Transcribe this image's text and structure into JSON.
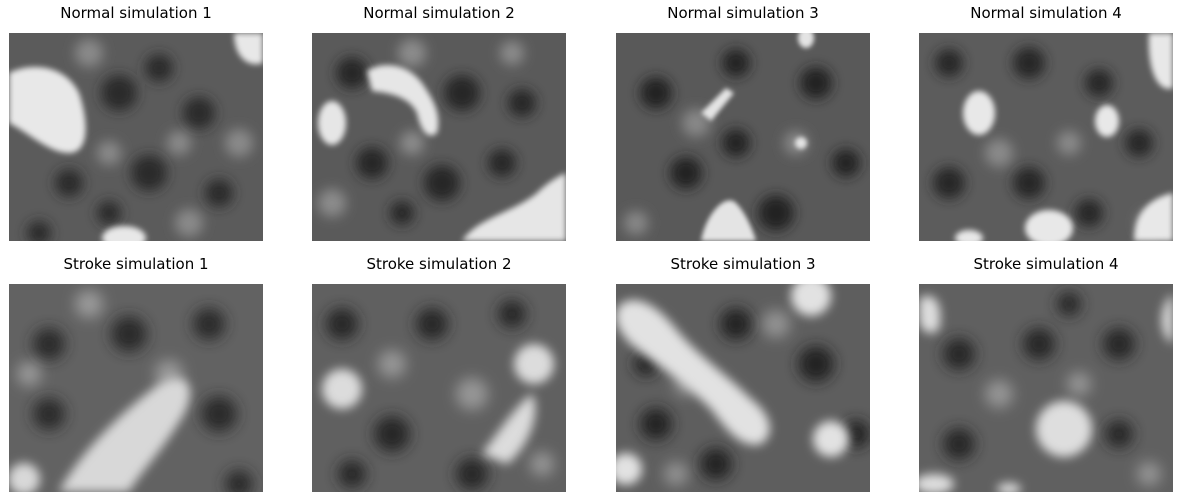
{
  "figure": {
    "panels": [
      {
        "title": "Normal simulation 1",
        "image": "grayscale noise field with bright blobs"
      },
      {
        "title": "Normal simulation 2",
        "image": "grayscale noise field with bright blobs"
      },
      {
        "title": "Normal simulation 3",
        "image": "grayscale noise field with bright blobs"
      },
      {
        "title": "Normal simulation 4",
        "image": "grayscale noise field with bright blobs"
      },
      {
        "title": "Stroke simulation 1",
        "image": "grayscale noise field with bright diagonal structure"
      },
      {
        "title": "Stroke simulation 2",
        "image": "grayscale noise field with bright blobs"
      },
      {
        "title": "Stroke simulation 3",
        "image": "grayscale noise field with bright diagonal band"
      },
      {
        "title": "Stroke simulation 4",
        "image": "grayscale noise field with bright central blob"
      }
    ]
  }
}
